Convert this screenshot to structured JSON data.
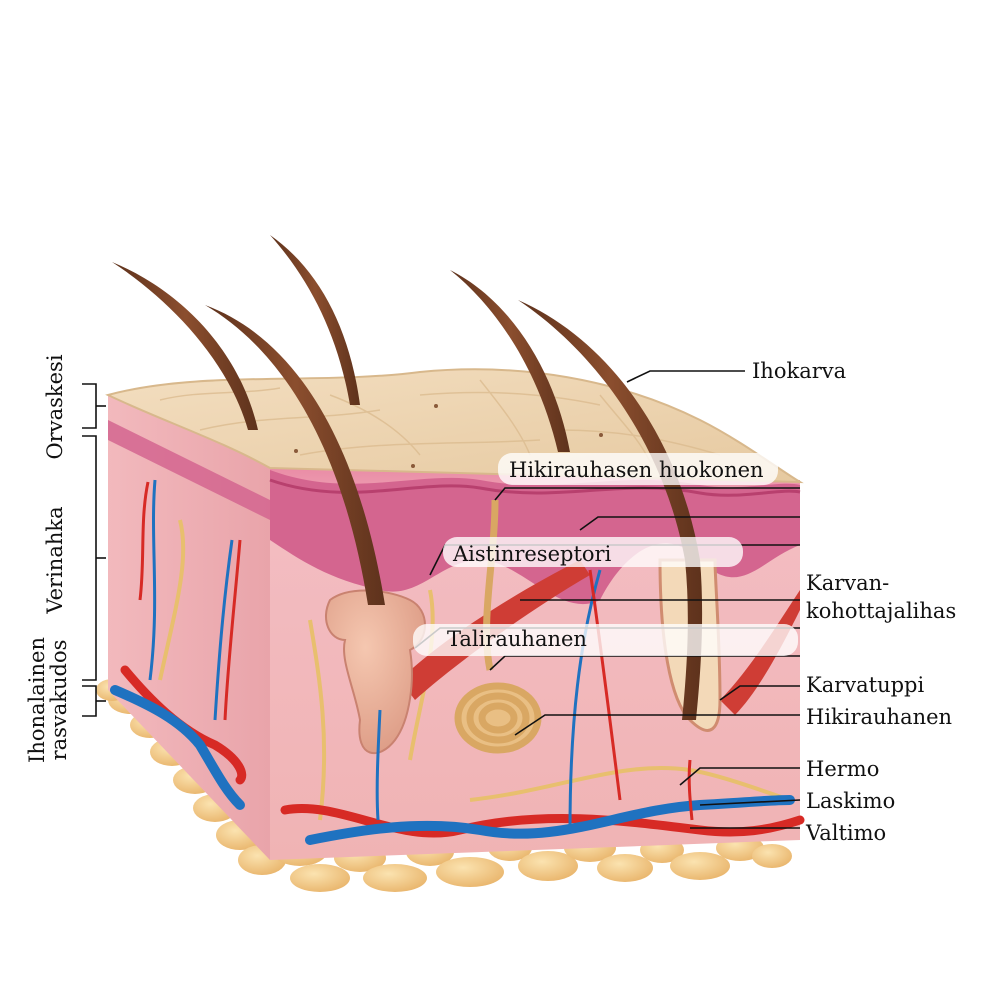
{
  "layers": {
    "epidermis": "Orvaskesi",
    "dermis": "Verinahka",
    "subcutis_line1": "Ihonalainen",
    "subcutis_line2": "rasvakudos"
  },
  "labels": {
    "hair": "Ihokarva",
    "sweat_pore": "Hikirauhasen huokonen",
    "receptor": "Aistinreseptori",
    "arrector_line1": "Karvan-",
    "arrector_line2": "kohottajalihas",
    "sebaceous_gland": "Talirauhanen",
    "hair_follicle": "Karvatuppi",
    "sweat_gland": "Hikirauhanen",
    "nerve": "Hermo",
    "vein": "Laskimo",
    "artery": "Valtimo"
  },
  "colors": {
    "epidermis_surface": "#ecd2ae",
    "epidermis_band": "#d4658f",
    "dermis": "#f1b8bc",
    "subcutis_fat": "#f2c982",
    "hair": "#7a4327",
    "artery": "#d72a25",
    "vein": "#1f72c0",
    "nerve": "#e8bf6e",
    "muscle": "#cf3d35"
  }
}
